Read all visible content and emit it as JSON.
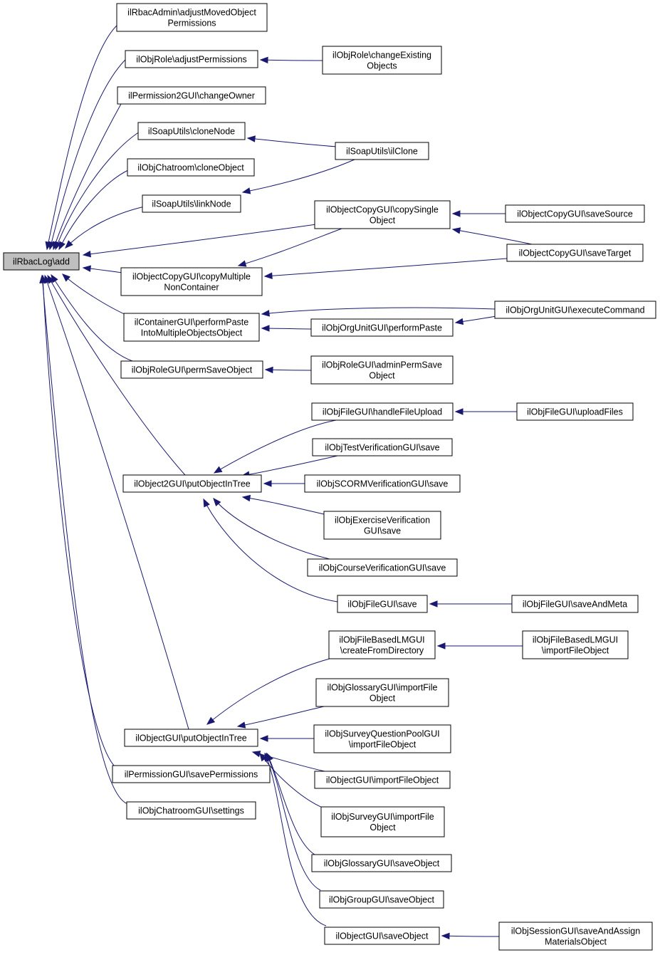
{
  "colors": {
    "edge": "#191970",
    "root_fill": "#bfbfbf",
    "node_fill": "#ffffff",
    "node_border": "#000000"
  },
  "nodes": [
    {
      "id": "root",
      "lines": [
        "ilRbacLog\\add"
      ]
    },
    {
      "id": "rbacadmin_adjust",
      "lines": [
        "ilRbacAdmin\\adjustMovedObject",
        "Permissions"
      ]
    },
    {
      "id": "objrole_adjust",
      "lines": [
        "ilObjRole\\adjustPermissions"
      ]
    },
    {
      "id": "objrole_change",
      "lines": [
        "ilObjRole\\changeExisting",
        "Objects"
      ]
    },
    {
      "id": "perm2_changeowner",
      "lines": [
        "ilPermission2GUI\\changeOwner"
      ]
    },
    {
      "id": "soap_clonenode",
      "lines": [
        "ilSoapUtils\\cloneNode"
      ]
    },
    {
      "id": "soap_ilclone",
      "lines": [
        "ilSoapUtils\\ilClone"
      ]
    },
    {
      "id": "chatroom_clone",
      "lines": [
        "ilObjChatroom\\cloneObject"
      ]
    },
    {
      "id": "soap_linknode",
      "lines": [
        "ilSoapUtils\\linkNode"
      ]
    },
    {
      "id": "copy_single",
      "lines": [
        "ilObjectCopyGUI\\copySingle",
        "Object"
      ]
    },
    {
      "id": "copy_savesource",
      "lines": [
        "ilObjectCopyGUI\\saveSource"
      ]
    },
    {
      "id": "copy_savetarget",
      "lines": [
        "ilObjectCopyGUI\\saveTarget"
      ]
    },
    {
      "id": "copy_multiple",
      "lines": [
        "ilObjectCopyGUI\\copyMultiple",
        "NonContainer"
      ]
    },
    {
      "id": "container_paste",
      "lines": [
        "ilContainerGUI\\performPaste",
        "IntoMultipleObjectsObject"
      ]
    },
    {
      "id": "orgunit_execute",
      "lines": [
        "ilObjOrgUnitGUI\\executeCommand"
      ]
    },
    {
      "id": "orgunit_paste",
      "lines": [
        "ilObjOrgUnitGUI\\performPaste"
      ]
    },
    {
      "id": "rolegui_permsave",
      "lines": [
        "ilObjRoleGUI\\permSaveObject"
      ]
    },
    {
      "id": "rolegui_adminperm",
      "lines": [
        "ilObjRoleGUI\\adminPermSave",
        "Object"
      ]
    },
    {
      "id": "file_handleupload",
      "lines": [
        "ilObjFileGUI\\handleFileUpload"
      ]
    },
    {
      "id": "file_uploadfiles",
      "lines": [
        "ilObjFileGUI\\uploadFiles"
      ]
    },
    {
      "id": "testverif_save",
      "lines": [
        "ilObjTestVerificationGUI\\save"
      ]
    },
    {
      "id": "object2_put",
      "lines": [
        "ilObject2GUI\\putObjectInTree"
      ]
    },
    {
      "id": "scormverif_save",
      "lines": [
        "ilObjSCORMVerificationGUI\\save"
      ]
    },
    {
      "id": "exverif_save",
      "lines": [
        "ilObjExerciseVerification",
        "GUI\\save"
      ]
    },
    {
      "id": "courseverif_save",
      "lines": [
        "ilObjCourseVerificationGUI\\save"
      ]
    },
    {
      "id": "file_save",
      "lines": [
        "ilObjFileGUI\\save"
      ]
    },
    {
      "id": "file_saveandmeta",
      "lines": [
        "ilObjFileGUI\\saveAndMeta"
      ]
    },
    {
      "id": "lm_createdir",
      "lines": [
        "ilObjFileBasedLMGUI",
        "\\createFromDirectory"
      ]
    },
    {
      "id": "lm_import",
      "lines": [
        "ilObjFileBasedLMGUI",
        "\\importFileObject"
      ]
    },
    {
      "id": "glossary_import",
      "lines": [
        "ilObjGlossaryGUI\\importFile",
        "Object"
      ]
    },
    {
      "id": "sqpool_import",
      "lines": [
        "ilObjSurveyQuestionPoolGUI",
        "\\importFileObject"
      ]
    },
    {
      "id": "objectgui_put",
      "lines": [
        "ilObjectGUI\\putObjectInTree"
      ]
    },
    {
      "id": "objectgui_import",
      "lines": [
        "ilObjectGUI\\importFileObject"
      ]
    },
    {
      "id": "permgui_save",
      "lines": [
        "ilPermissionGUI\\savePermissions"
      ]
    },
    {
      "id": "survey_import",
      "lines": [
        "ilObjSurveyGUI\\importFile",
        "Object"
      ]
    },
    {
      "id": "chatroomgui_settings",
      "lines": [
        "ilObjChatroomGUI\\settings"
      ]
    },
    {
      "id": "glossary_saveobj",
      "lines": [
        "ilObjGlossaryGUI\\saveObject"
      ]
    },
    {
      "id": "group_saveobj",
      "lines": [
        "ilObjGroupGUI\\saveObject"
      ]
    },
    {
      "id": "objectgui_saveobj",
      "lines": [
        "ilObjectGUI\\saveObject"
      ]
    },
    {
      "id": "session_saveassign",
      "lines": [
        "ilObjSessionGUI\\saveAndAssign",
        "MaterialsObject"
      ]
    }
  ],
  "edges": [
    {
      "from": "rbacadmin_adjust",
      "to": "root"
    },
    {
      "from": "objrole_adjust",
      "to": "root"
    },
    {
      "from": "perm2_changeowner",
      "to": "root"
    },
    {
      "from": "soap_clonenode",
      "to": "root"
    },
    {
      "from": "chatroom_clone",
      "to": "root"
    },
    {
      "from": "soap_linknode",
      "to": "root"
    },
    {
      "from": "copy_single",
      "to": "root"
    },
    {
      "from": "copy_multiple",
      "to": "root"
    },
    {
      "from": "container_paste",
      "to": "root"
    },
    {
      "from": "rolegui_permsave",
      "to": "root"
    },
    {
      "from": "object2_put",
      "to": "root"
    },
    {
      "from": "objectgui_put",
      "to": "root"
    },
    {
      "from": "permgui_save",
      "to": "root"
    },
    {
      "from": "chatroomgui_settings",
      "to": "root"
    },
    {
      "from": "objrole_change",
      "to": "objrole_adjust"
    },
    {
      "from": "soap_ilclone",
      "to": "soap_clonenode"
    },
    {
      "from": "soap_ilclone",
      "to": "soap_linknode"
    },
    {
      "from": "copy_savesource",
      "to": "copy_single"
    },
    {
      "from": "copy_savetarget",
      "to": "copy_single"
    },
    {
      "from": "copy_single",
      "to": "copy_multiple"
    },
    {
      "from": "copy_savetarget",
      "to": "copy_multiple"
    },
    {
      "from": "orgunit_execute",
      "to": "container_paste"
    },
    {
      "from": "orgunit_paste",
      "to": "container_paste"
    },
    {
      "from": "orgunit_execute",
      "to": "orgunit_paste"
    },
    {
      "from": "rolegui_adminperm",
      "to": "rolegui_permsave"
    },
    {
      "from": "file_uploadfiles",
      "to": "file_handleupload"
    },
    {
      "from": "file_handleupload",
      "to": "object2_put"
    },
    {
      "from": "testverif_save",
      "to": "object2_put"
    },
    {
      "from": "scormverif_save",
      "to": "object2_put"
    },
    {
      "from": "exverif_save",
      "to": "object2_put"
    },
    {
      "from": "courseverif_save",
      "to": "object2_put"
    },
    {
      "from": "file_save",
      "to": "object2_put"
    },
    {
      "from": "file_saveandmeta",
      "to": "file_save"
    },
    {
      "from": "lm_import",
      "to": "lm_createdir"
    },
    {
      "from": "lm_createdir",
      "to": "objectgui_put"
    },
    {
      "from": "glossary_import",
      "to": "objectgui_put"
    },
    {
      "from": "sqpool_import",
      "to": "objectgui_put"
    },
    {
      "from": "objectgui_import",
      "to": "objectgui_put"
    },
    {
      "from": "survey_import",
      "to": "objectgui_put"
    },
    {
      "from": "glossary_saveobj",
      "to": "objectgui_put"
    },
    {
      "from": "group_saveobj",
      "to": "objectgui_put"
    },
    {
      "from": "objectgui_saveobj",
      "to": "objectgui_put"
    },
    {
      "from": "session_saveassign",
      "to": "objectgui_saveobj"
    }
  ]
}
